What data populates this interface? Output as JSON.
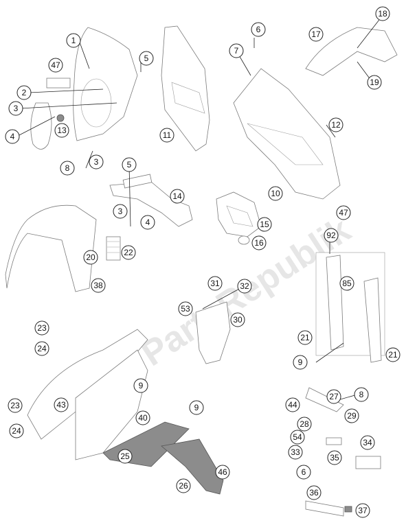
{
  "diagram": {
    "watermark_text": "PartsRepublik",
    "callouts": [
      "1",
      "2",
      "3",
      "4",
      "5",
      "13",
      "47",
      "8",
      "3",
      "6",
      "7",
      "11",
      "12",
      "18",
      "17",
      "19",
      "5",
      "14",
      "3",
      "4",
      "10",
      "15",
      "16",
      "47",
      "20",
      "22",
      "38",
      "92",
      "85",
      "31",
      "32",
      "53",
      "30",
      "21",
      "21",
      "9",
      "23",
      "24",
      "43",
      "9",
      "40",
      "9",
      "25",
      "26",
      "46",
      "23",
      "24",
      "44",
      "27",
      "8",
      "28",
      "29",
      "54",
      "33",
      "35",
      "34",
      "6",
      "36",
      "37"
    ]
  }
}
